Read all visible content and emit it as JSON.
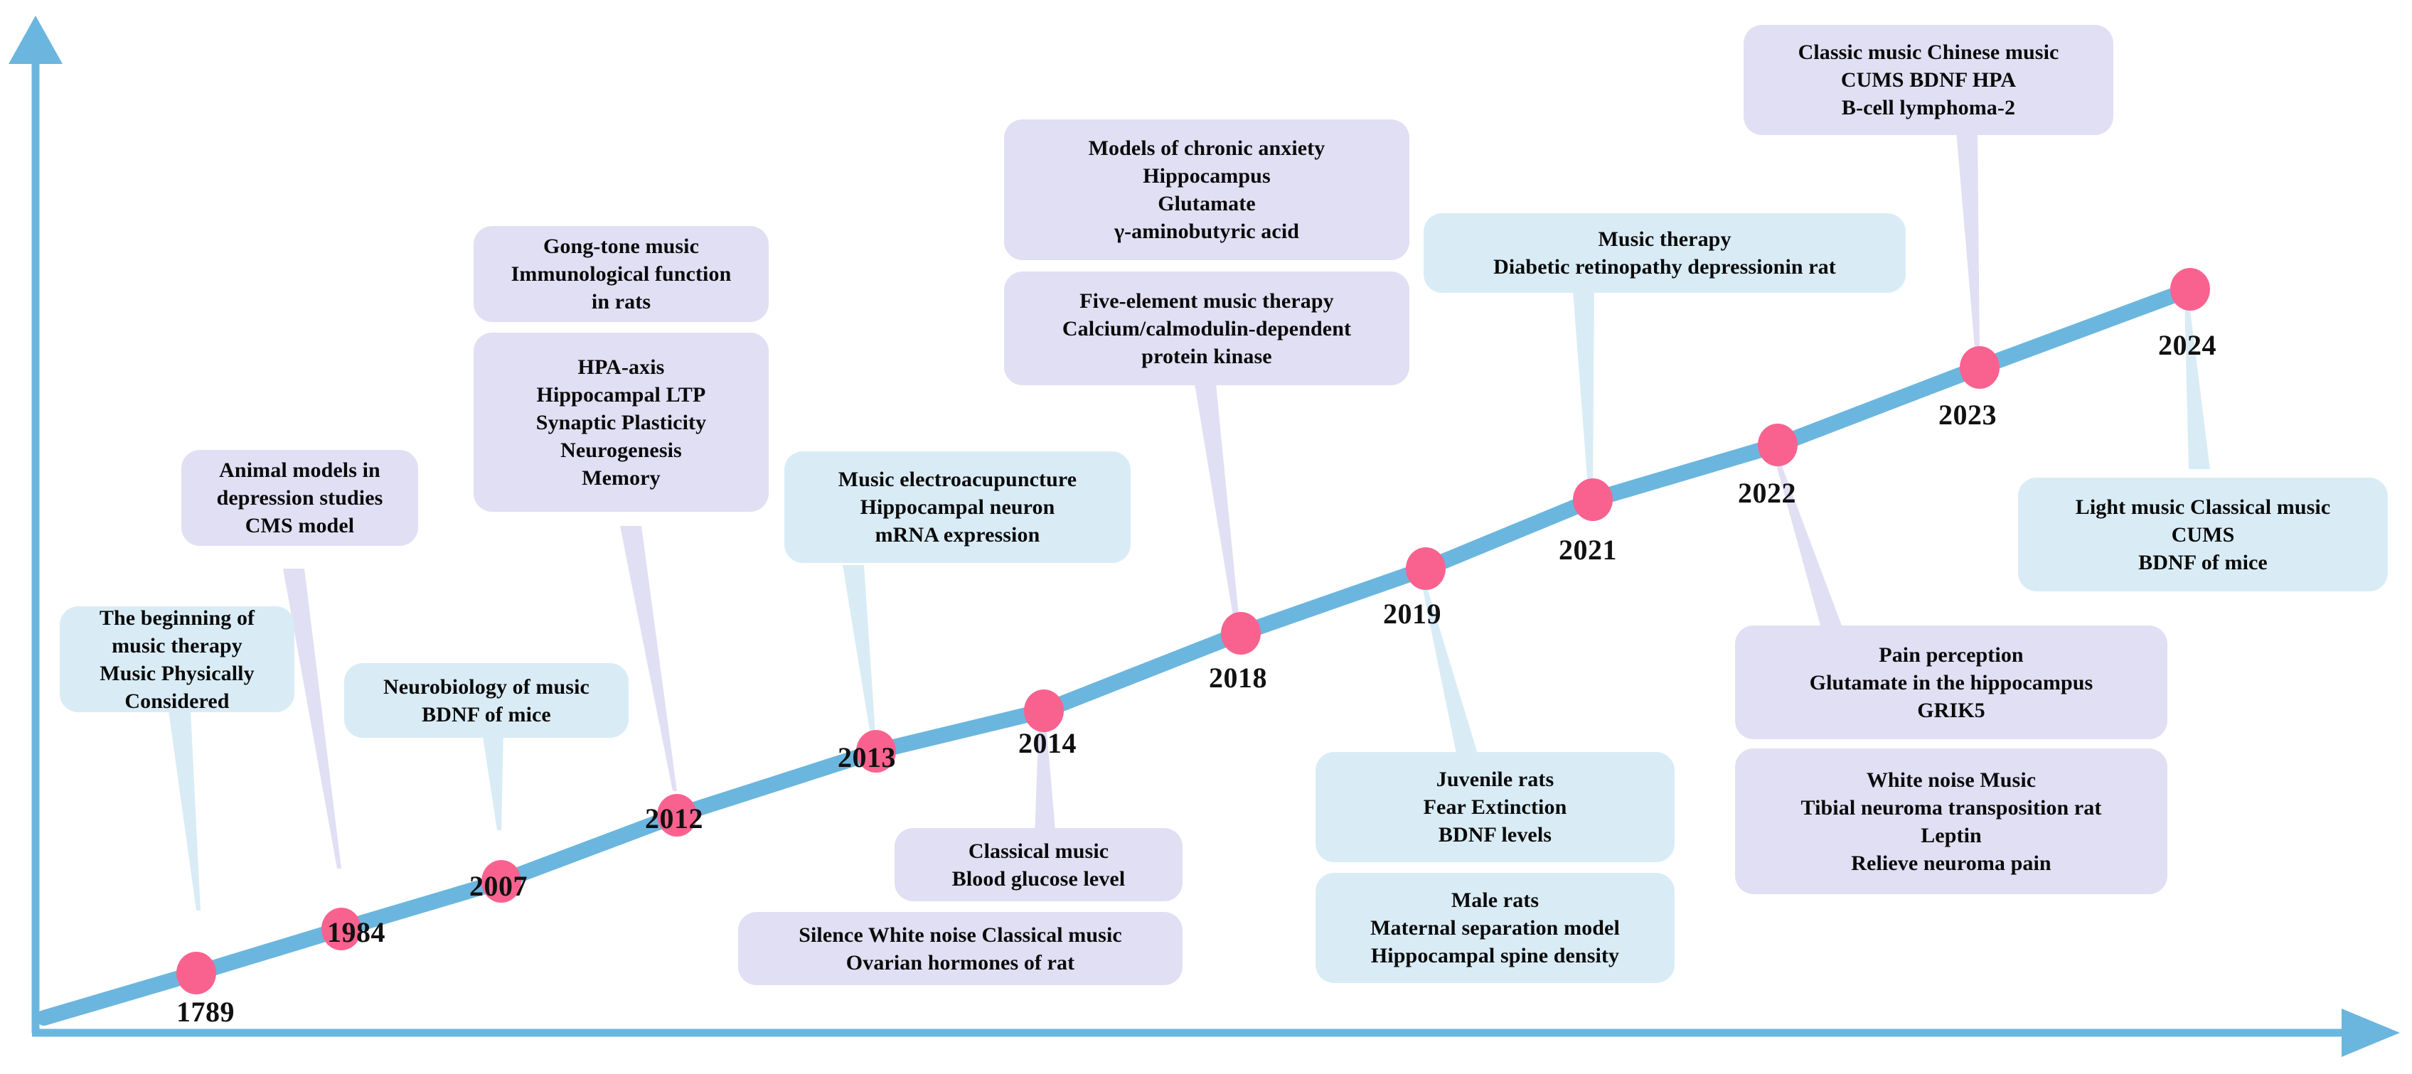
{
  "figure": {
    "type": "timeline",
    "title": "",
    "axis": {
      "vertical_arrow": true,
      "horizontal_arrow": true,
      "axis_color": "#6bb6de"
    },
    "colors": {
      "timeline_line": "#6bb6de",
      "node_dot": "#f9628f",
      "box_blue": "#d9ecf6",
      "box_purple": "#e1dff3",
      "connector_blue": "#d9ecf6",
      "connector_purple": "#e1dff3",
      "text": "#0b0b0b"
    }
  },
  "milestones": [
    {
      "year": "1789"
    },
    {
      "year": "1984"
    },
    {
      "year": "2007"
    },
    {
      "year": "2012"
    },
    {
      "year": "2013"
    },
    {
      "year": "2014"
    },
    {
      "year": "2018"
    },
    {
      "year": "2019"
    },
    {
      "year": "2021"
    },
    {
      "year": "2022"
    },
    {
      "year": "2023"
    },
    {
      "year": "2024"
    }
  ],
  "cards": [
    {
      "id": "c1789",
      "year": "1789",
      "style": "blue",
      "lines": [
        "The beginning of",
        "music therapy",
        "Music Physically",
        "Considered"
      ]
    },
    {
      "id": "c1984",
      "year": "1984",
      "style": "purple",
      "lines": [
        "Animal models in",
        "depression studies",
        "CMS model"
      ]
    },
    {
      "id": "c2007",
      "year": "2007",
      "style": "blue",
      "lines": [
        "Neurobiology of music",
        "BDNF of mice"
      ]
    },
    {
      "id": "c2012a",
      "year": "2012",
      "style": "purple",
      "lines": [
        "Gong-tone music",
        "Immunological function",
        "in rats"
      ]
    },
    {
      "id": "c2012b",
      "year": "2012",
      "style": "purple",
      "lines": [
        "HPA-axis",
        "Hippocampal LTP",
        "Synaptic Plasticity",
        "Neurogenesis",
        "Memory"
      ]
    },
    {
      "id": "c2013",
      "year": "2013",
      "style": "blue",
      "lines": [
        "Music electroacupuncture",
        "Hippocampal neuron",
        "mRNA expression"
      ]
    },
    {
      "id": "c2014a",
      "year": "2014",
      "style": "purple",
      "lines": [
        "Classical music",
        "Blood glucose level"
      ]
    },
    {
      "id": "c2014b",
      "year": "2014",
      "style": "purple",
      "lines": [
        "Silence  White noise  Classical music",
        "Ovarian hormones of rat"
      ]
    },
    {
      "id": "c2018a",
      "year": "2018",
      "style": "purple",
      "lines": [
        "Models of chronic anxiety",
        "Hippocampus",
        "Glutamate",
        "γ-aminobutyric acid"
      ]
    },
    {
      "id": "c2018b",
      "year": "2018",
      "style": "purple",
      "lines": [
        "Five-element music therapy",
        "Calcium/calmodulin-dependent",
        "protein kinase"
      ]
    },
    {
      "id": "c2019a",
      "year": "2019",
      "style": "blue",
      "lines": [
        "Juvenile rats",
        "Fear Extinction",
        "BDNF levels"
      ]
    },
    {
      "id": "c2019b",
      "year": "2019",
      "style": "blue",
      "lines": [
        "Male rats",
        "Maternal separation model",
        "Hippocampal spine density"
      ]
    },
    {
      "id": "c2021",
      "year": "2021",
      "style": "blue",
      "lines": [
        "Music therapy",
        "Diabetic retinopathy depressionin rat"
      ]
    },
    {
      "id": "c2022a",
      "year": "2022",
      "style": "purple",
      "lines": [
        "Pain perception",
        "Glutamate in the hippocampus",
        "GRIK5"
      ]
    },
    {
      "id": "c2022b",
      "year": "2022",
      "style": "purple",
      "lines": [
        "White noise  Music",
        "Tibial neuroma transposition rat",
        "Leptin",
        "Relieve neuroma pain"
      ]
    },
    {
      "id": "c2023",
      "year": "2023",
      "style": "purple",
      "lines": [
        "Classic music  Chinese music",
        "CUMS  BDNF  HPA",
        "B-cell lymphoma-2"
      ]
    },
    {
      "id": "c2024",
      "year": "2024",
      "style": "blue",
      "lines": [
        "Light music  Classical music",
        "CUMS",
        "BDNF of mice"
      ]
    }
  ]
}
